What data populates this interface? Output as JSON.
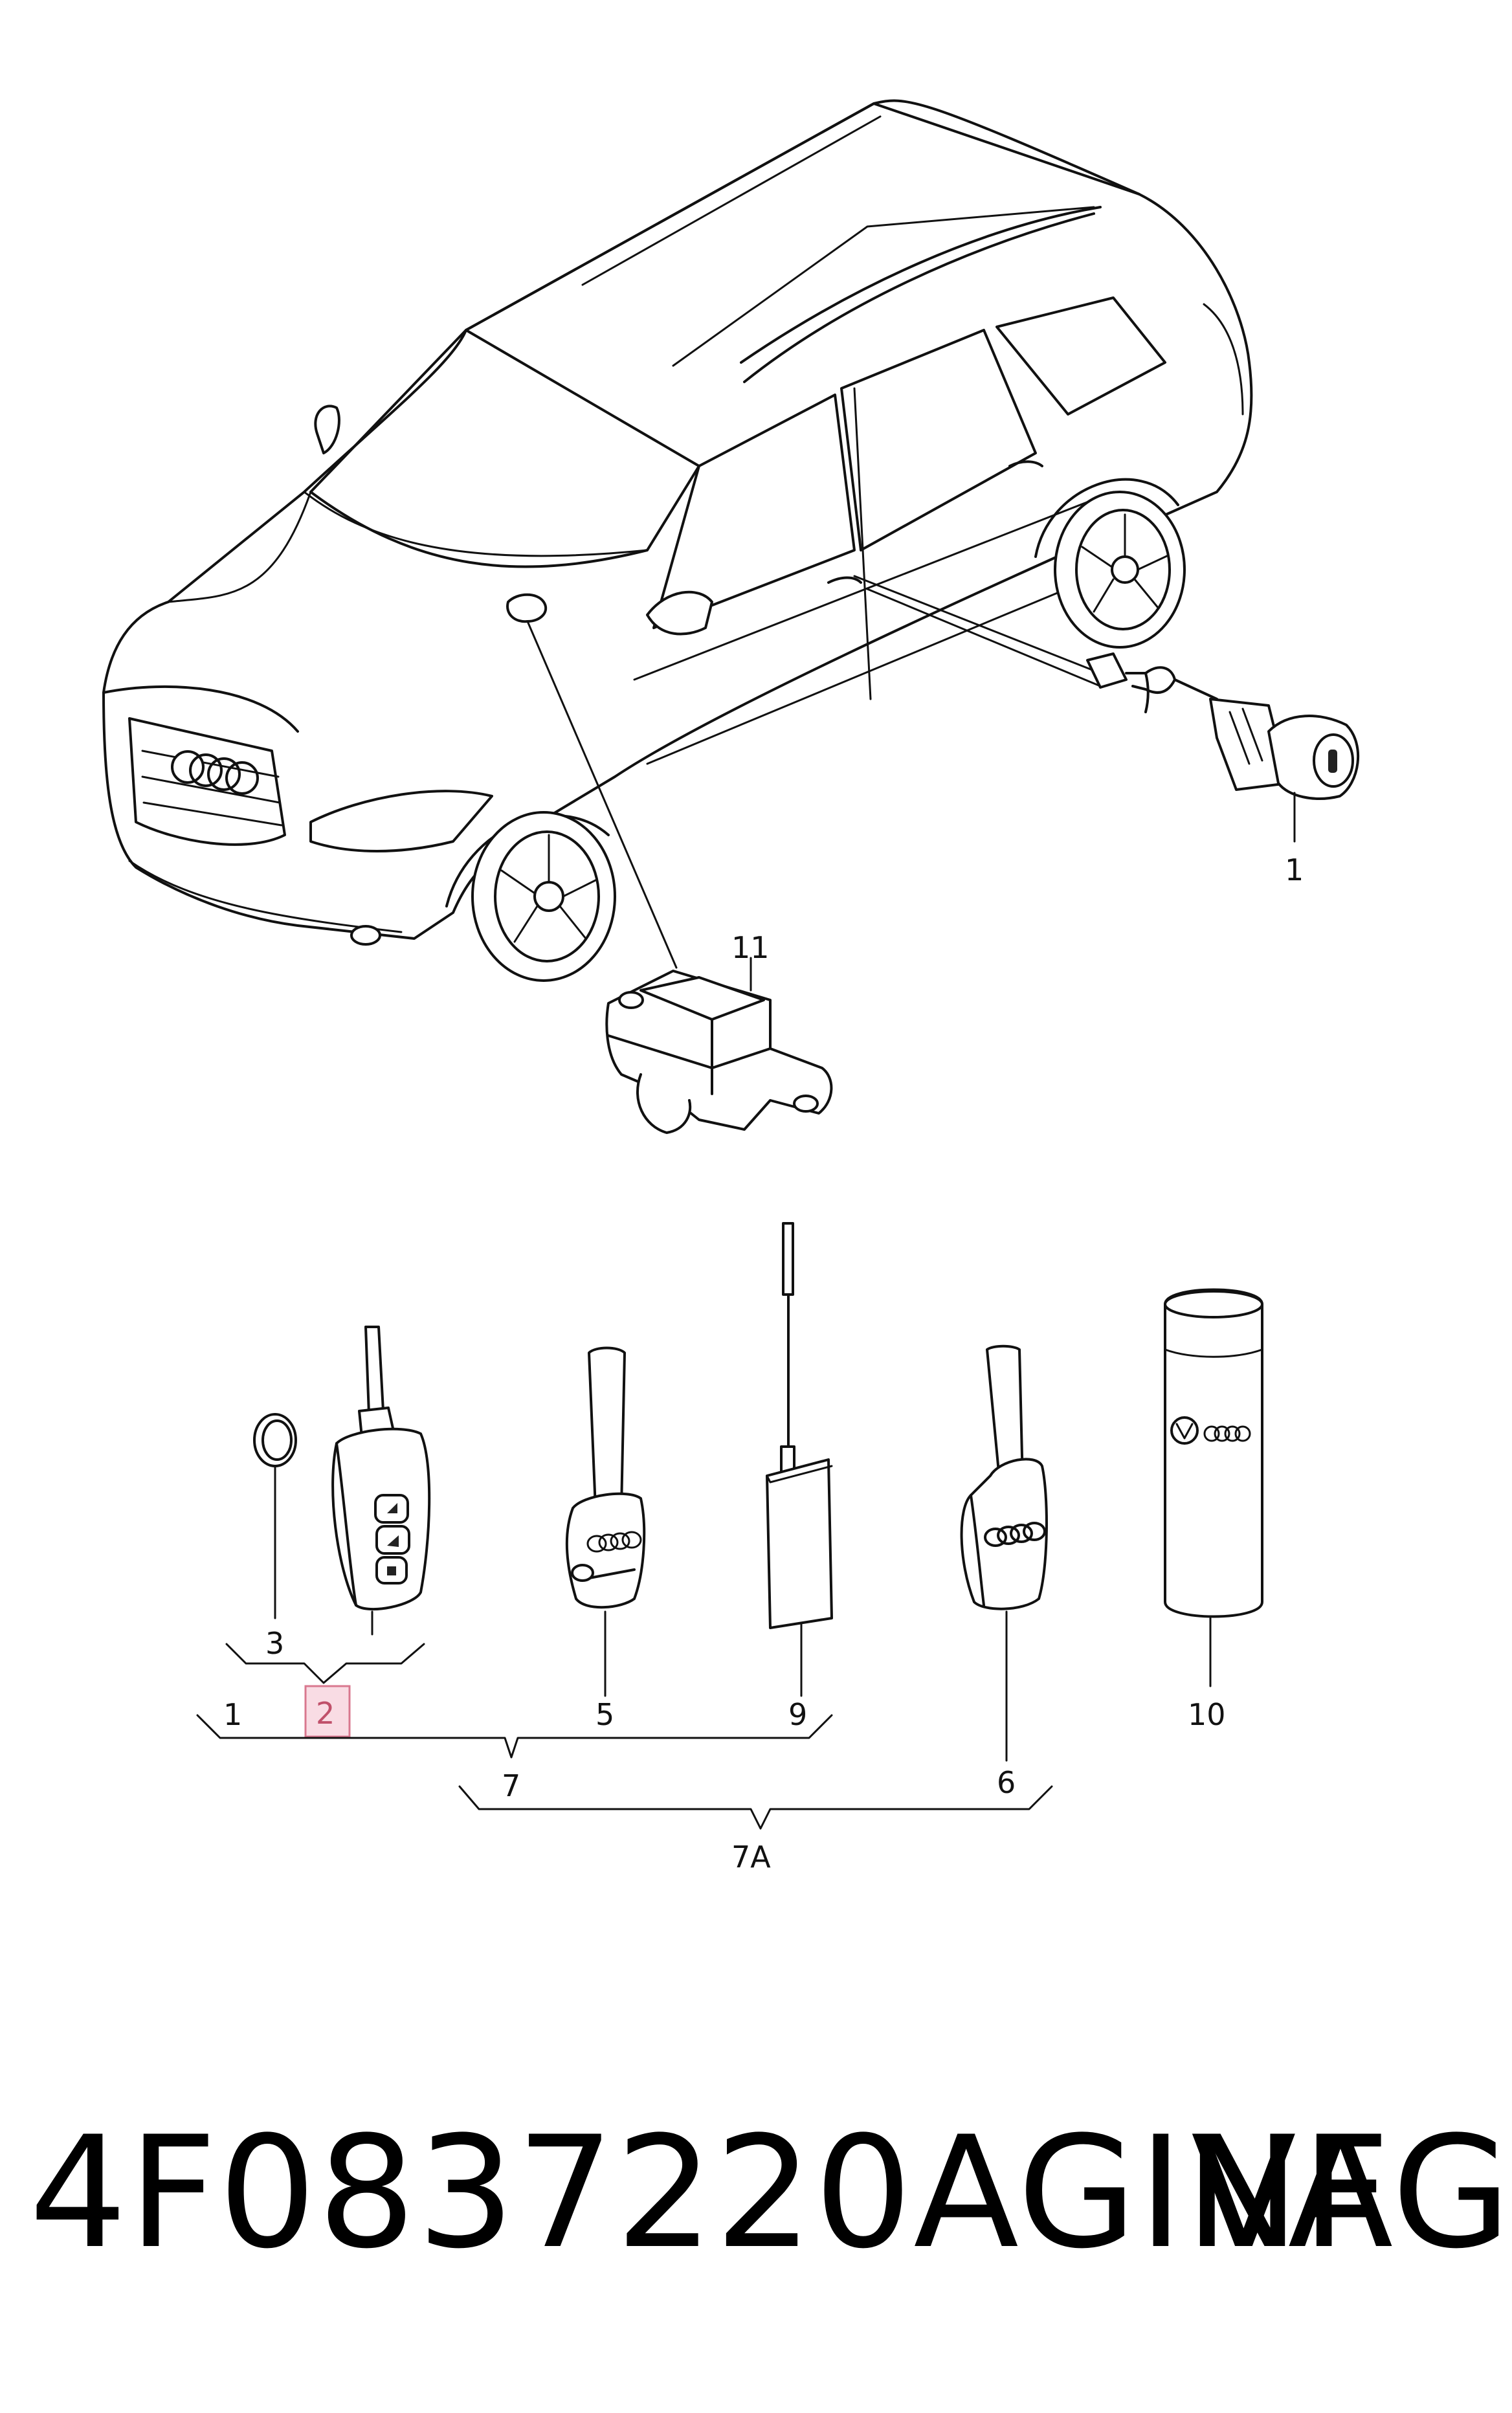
{
  "diagram": {
    "callouts": {
      "door_lock_cylinder": "1",
      "sensor_unit": "11",
      "battery": "3",
      "remote_key": "2",
      "remote_key_set": "1",
      "key_blade_set": "5",
      "antenna_set": "9",
      "group_7": "7",
      "emergency_key": "6",
      "spray_can": "10",
      "group_7a": "7A"
    },
    "highlighted_callout": "2",
    "highlight_color": "#f2b8c6",
    "highlight_border": "#d9788f",
    "line_color": "#111111"
  },
  "footer": {
    "part_number": "4F0837220AGINF",
    "brand": "VAG"
  }
}
